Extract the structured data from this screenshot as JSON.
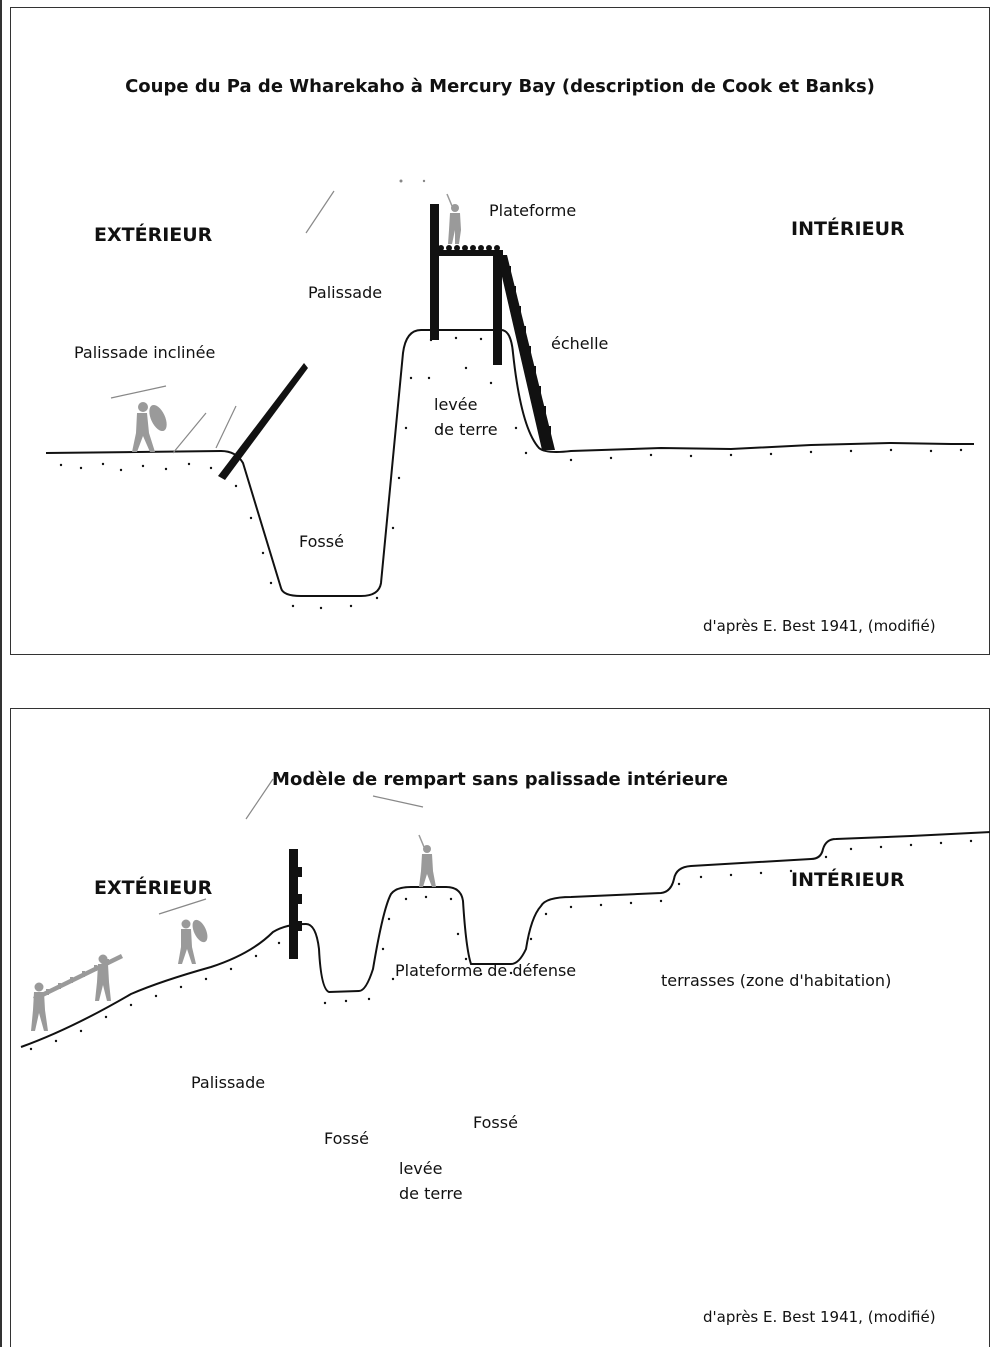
{
  "top": {
    "title": "Coupe du Pa de Wharekaho à Mercury Bay (description de Cook et Banks)",
    "left_side": "EXTÉRIEUR",
    "right_side": "INTÉRIEUR",
    "labels": {
      "plateforme": "Plateforme",
      "palissade": "Palissade",
      "palissade_inclinee": "Palissade inclinée",
      "echelle": "échelle",
      "levee1": "levée",
      "levee2": "de terre",
      "fosse": "Fossé"
    },
    "source": "d'après E. Best 1941, (modifié)"
  },
  "bottom": {
    "title": "Modèle de rempart sans palissade intérieure",
    "left_side": "EXTÉRIEUR",
    "right_side": "INTÉRIEUR",
    "labels": {
      "plateforme_defense": "Plateforme de défense",
      "terrasses": "terrasses (zone d'habitation)",
      "palissade": "Palissade",
      "fosse_left": "Fossé",
      "fosse_right": "Fossé",
      "levee1": "levée",
      "levee2": "de terre"
    },
    "source": "d'après E. Best 1941, (modifié)"
  },
  "colors": {
    "ink": "#111111",
    "figure": "#9a9a9a",
    "frame": "#333333"
  }
}
